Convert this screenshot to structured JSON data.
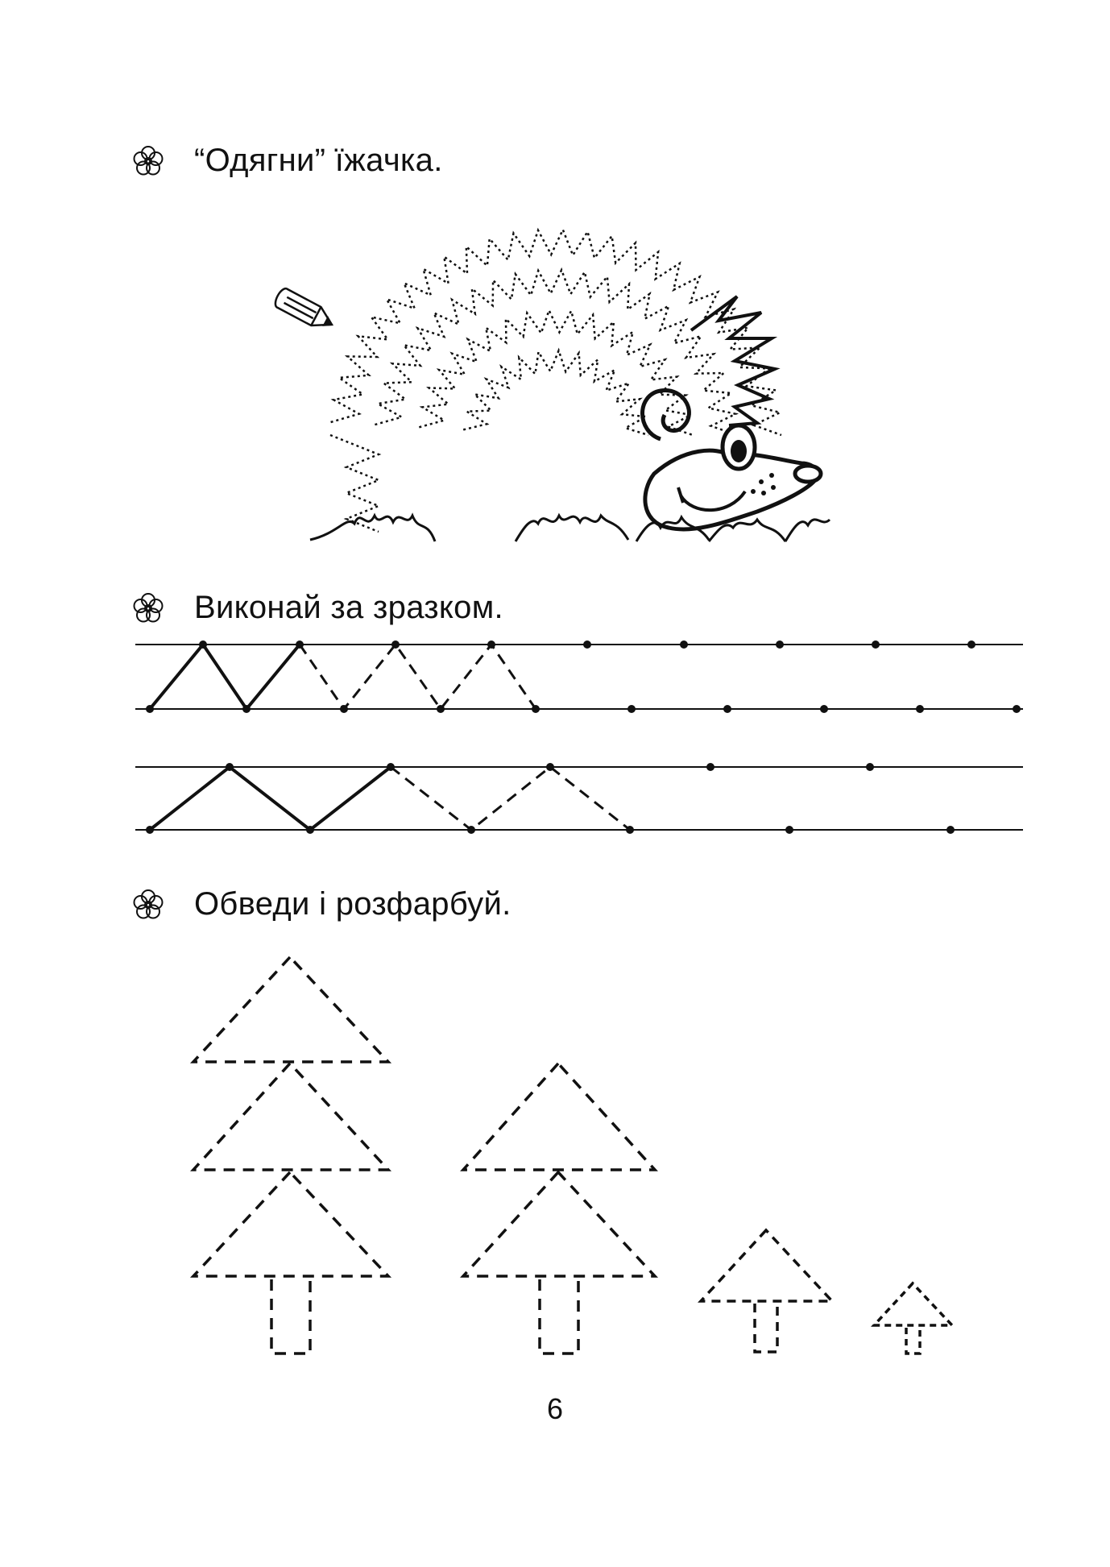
{
  "tasks": [
    {
      "text": "“Одягни” їжачка."
    },
    {
      "text": "Виконай за зразком."
    },
    {
      "text": "Обведи і розфарбуй."
    }
  ],
  "page_number": "6",
  "icons": {
    "bullet": "flower-icon",
    "pencil": "pencil-icon"
  },
  "colors": {
    "ink": "#111111",
    "paper": "#ffffff"
  }
}
